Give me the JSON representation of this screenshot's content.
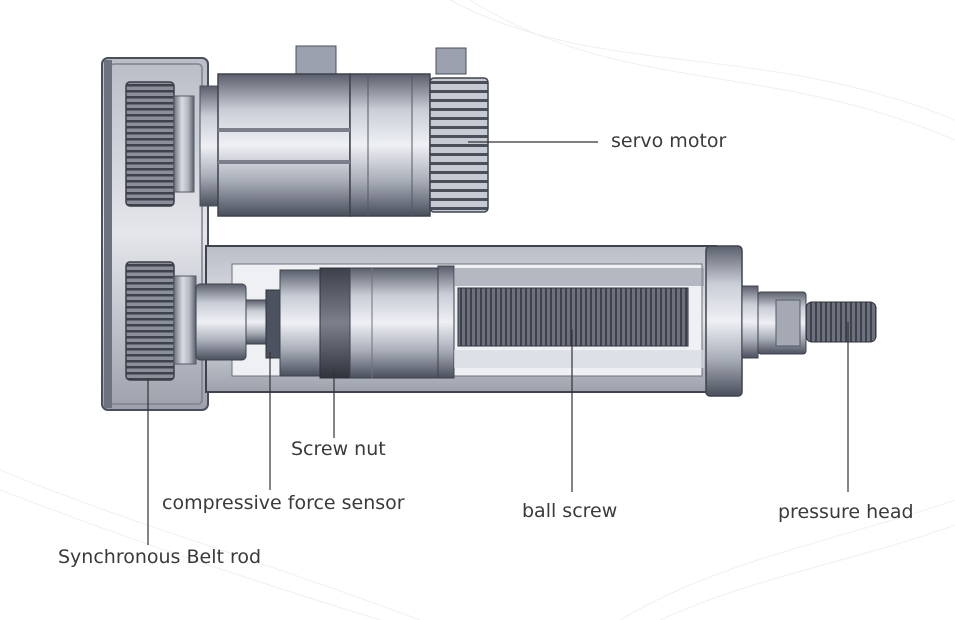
{
  "labels": {
    "servo_motor": "servo motor",
    "screw_nut": "Screw nut",
    "compressive_force_sensor": "compressive force sensor",
    "ball_screw": "ball screw",
    "pressure_head": "pressure head",
    "synchronous_belt_rod": "Synchronous Belt rod"
  },
  "colors": {
    "background": "#ffffff",
    "metal_dark": "#4a4f5c",
    "metal_mid": "#9aa0ad",
    "metal_light": "#dfe2e8",
    "leader_line": "#333333",
    "label_text": "#3a3a3a"
  }
}
